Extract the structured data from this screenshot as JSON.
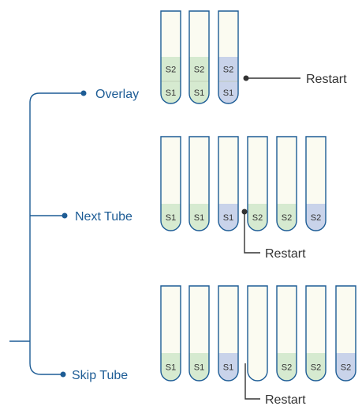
{
  "colors": {
    "blue": "#1d5c95",
    "tube_outline": "#1d5c95",
    "tube_empty": "#fbfbf1",
    "green_fill": "#d6ead0",
    "purple_fill": "#c9d3ea",
    "text_dark": "#333333"
  },
  "methods": [
    {
      "name": "Overlay",
      "restart_label": "Restart",
      "tubes": [
        [
          "S1",
          "S2"
        ],
        [
          "S1",
          "S2"
        ],
        [
          "S1",
          "S2"
        ]
      ],
      "restart_tube_layers": "2: S1 and S2 after restart"
    },
    {
      "name": "Next Tube",
      "restart_label": "Restart",
      "tubes": [
        [
          "S1"
        ],
        [
          "S1"
        ],
        [
          "S1"
        ],
        [
          "S2"
        ],
        [
          "S2"
        ],
        [
          "S2"
        ]
      ]
    },
    {
      "name": "Skip Tube",
      "restart_label": "Restart",
      "tubes": [
        [
          "S1"
        ],
        [
          "S1"
        ],
        [
          "S1"
        ],
        [],
        [
          "S2"
        ],
        [
          "S2"
        ],
        [
          "S2"
        ]
      ]
    }
  ]
}
